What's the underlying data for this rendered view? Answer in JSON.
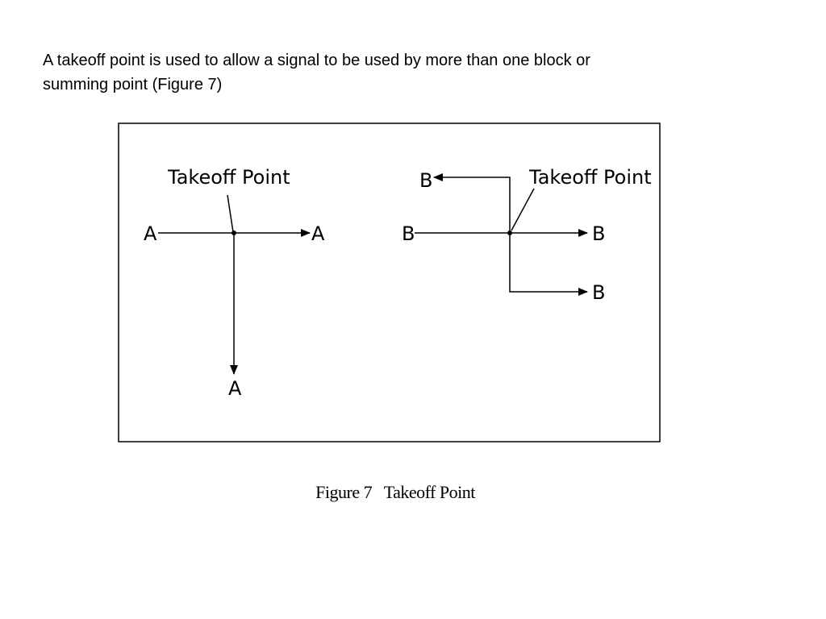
{
  "intro": {
    "line1": "A takeoff point is used to allow a signal to be used by more than one block or",
    "line2": "summing point (Figure 7)"
  },
  "diagram_left": {
    "callout": "Takeoff Point",
    "input_label": "A",
    "output_right_label": "A",
    "output_down_label": "A"
  },
  "diagram_right": {
    "callout": "Takeoff Point",
    "input_label": "B",
    "output_top_label": "B",
    "output_right_label": "B",
    "output_lower_label": "B"
  },
  "caption": "Figure 7   Takeoff Point"
}
